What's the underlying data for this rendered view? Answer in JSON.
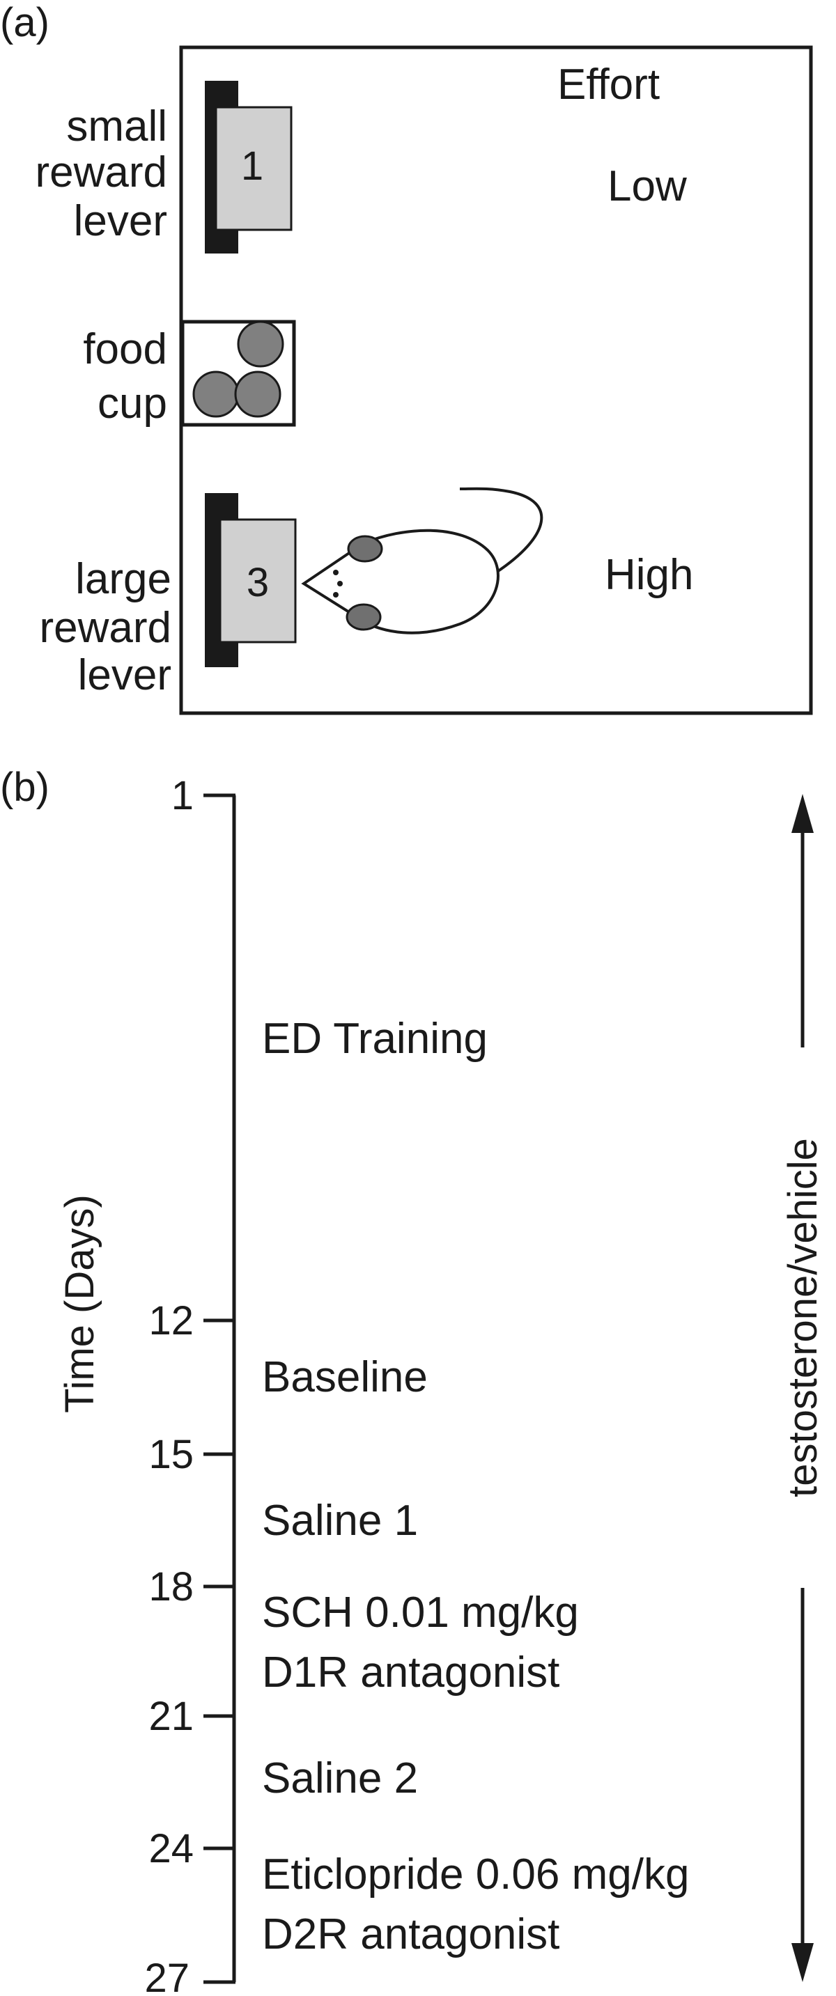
{
  "panel_a": {
    "label": "(a)",
    "effort_header": "Effort",
    "effort_low": "Low",
    "effort_high": "High",
    "small_lever": {
      "line1": "small",
      "line2": "reward",
      "line3": "lever",
      "value": "1"
    },
    "food_cup": {
      "line1": "food",
      "line2": "cup"
    },
    "large_lever": {
      "line1": "large",
      "line2": "reward",
      "line3": "lever",
      "value": "3"
    }
  },
  "panel_b": {
    "label": "(b)",
    "axis_title": "Time (Days)",
    "ticks": [
      "1",
      "12",
      "15",
      "18",
      "21",
      "24",
      "27"
    ],
    "phases": {
      "training": "ED Training",
      "baseline": "Baseline",
      "saline1": "Saline 1",
      "sch_line1": "SCH 0.01 mg/kg",
      "sch_line2": "D1R antagonist",
      "saline2": "Saline 2",
      "etic_line1": "Eticlopride 0.06 mg/kg",
      "etic_line2": "D2R antagonist"
    },
    "treatment_label": "testosterone/vehicle"
  },
  "colors": {
    "ink": "#1a1a1a",
    "lever_fill": "#d0d0d0",
    "pellet_fill": "#808080",
    "ear_fill": "#707070"
  }
}
